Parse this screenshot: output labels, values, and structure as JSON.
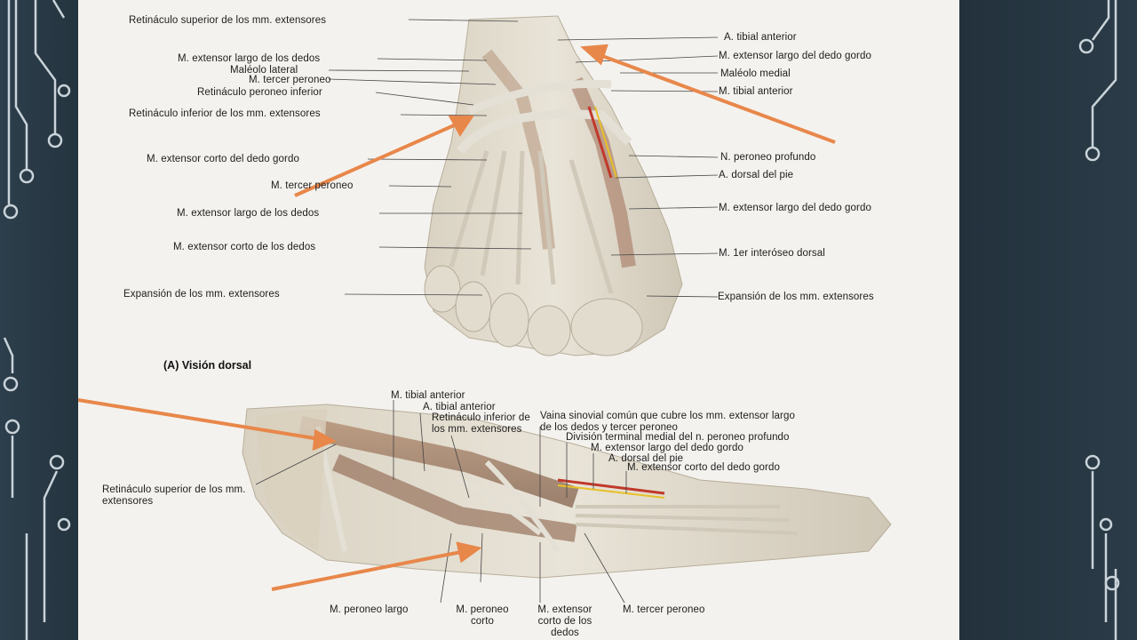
{
  "figure": {
    "caption": "(A) Visión dorsal",
    "top_left_labels": [
      "Retináculo superior de los mm. extensores",
      "M. extensor largo de los dedos",
      "Maléolo lateral",
      "M. tercer peroneo",
      "Retináculo peroneo inferior",
      "Retináculo inferior de los mm. extensores",
      "M. extensor corto del dedo gordo",
      "M. tercer peroneo",
      "M. extensor largo de los dedos",
      "M. extensor corto de los dedos",
      "Expansión de los mm. extensores"
    ],
    "top_right_labels": [
      "A. tibial anterior",
      "M. extensor largo del dedo gordo",
      "Maléolo medial",
      "M. tibial anterior",
      "N. peroneo profundo",
      "A. dorsal del pie",
      "M. extensor largo del dedo gordo",
      "M. 1er interóseo dorsal",
      "Expansión de los mm. extensores"
    ],
    "bottom_labels": {
      "tibial_anterior": "M. tibial anterior",
      "a_tibial_anterior": "A. tibial anterior",
      "retinaculo_inferior": "Retináculo inferior de los mm. extensores",
      "vaina": "Vaina sinovial común que cubre los mm. extensor largo de los dedos y tercer peroneo",
      "division": "División terminal medial del n. peroneo profundo",
      "ext_largo_gordo": "M. extensor largo del dedo gordo",
      "dorsal_pie": "A. dorsal del pie",
      "ext_corto_gordo": "M. extensor corto del dedo gordo",
      "retinaculo_superior": "Retináculo superior de los mm. extensores",
      "peroneo_largo": "M. peroneo largo",
      "peroneo_corto": "M. peroneo corto",
      "ext_corto_dedos": "M. extensor corto de los dedos",
      "tercer_peroneo": "M. tercer peroneo"
    }
  },
  "colors": {
    "arrow": "#e8874a",
    "background": "#1b2a36",
    "circuit": "#c9d3d9"
  }
}
